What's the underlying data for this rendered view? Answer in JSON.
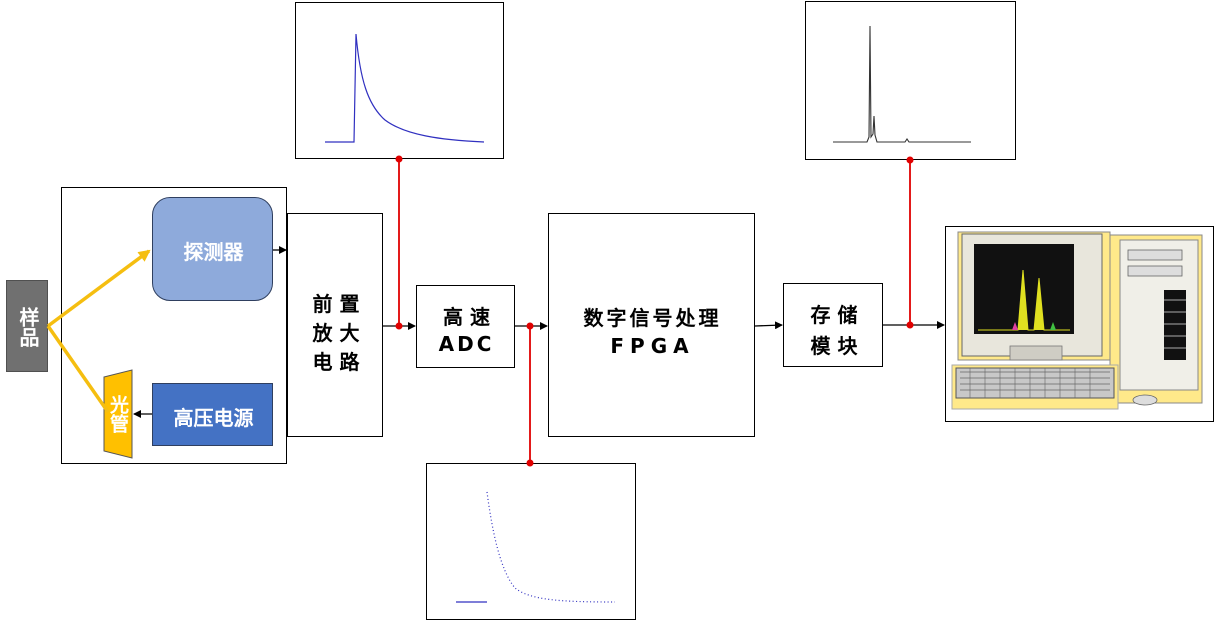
{
  "sample": "样品",
  "detector": "探测器",
  "xray_tube": "光管",
  "hv_supply": "高压电源",
  "preamp": {
    "line1": "前 置",
    "line2": "放 大",
    "line3": "电 路"
  },
  "adc": {
    "line1": "高 速",
    "line2": "ADC"
  },
  "fpga": {
    "line1": "数字信号处理",
    "line2": "FPGA"
  },
  "storage": {
    "line1": "存 储",
    "line2": "模 块"
  },
  "colors": {
    "sample_fill": "#707070",
    "detector_fill": "#8EAADB",
    "hv_fill": "#4472C4",
    "tube_fill": "#FFC000",
    "beam": "#F5BE10",
    "probe": "#E00000",
    "waveform_blue": "#3030C0",
    "spectrum_line": "#333333"
  },
  "icons": {
    "computer": "desktop-computer-icon"
  }
}
